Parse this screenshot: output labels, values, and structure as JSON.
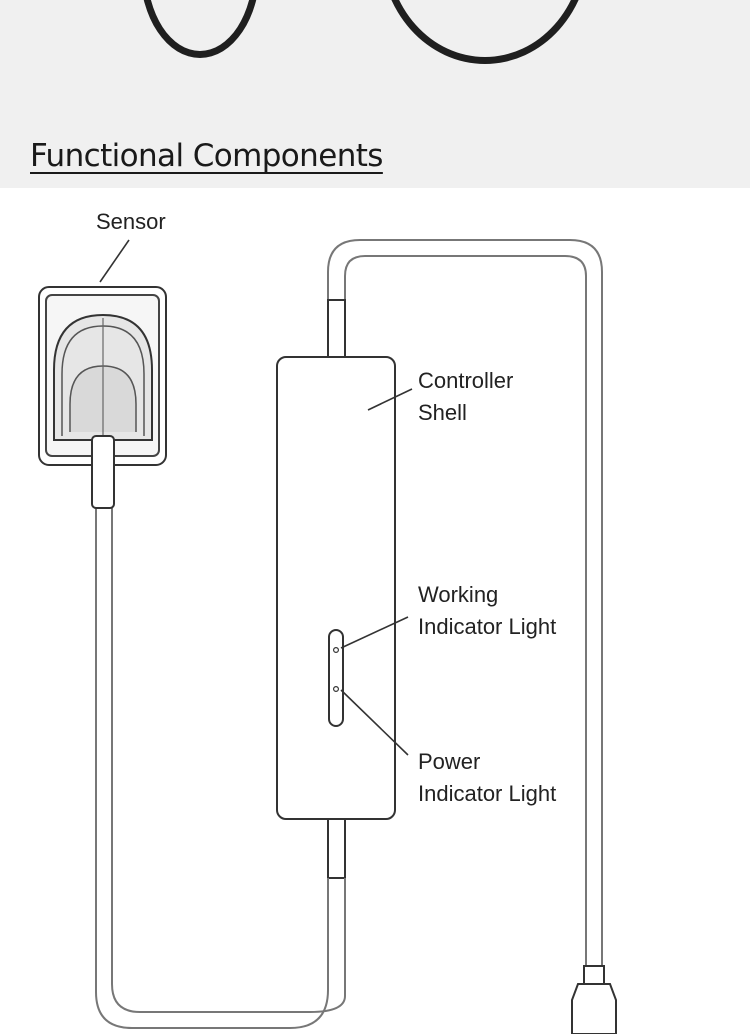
{
  "header": {
    "title": "Functional Components"
  },
  "diagram": {
    "labels": {
      "sensor": "Sensor",
      "controller_line1": "Controller",
      "controller_line2": "Shell",
      "working_line1": "Working",
      "working_line2": "Indicator Light",
      "power_line1": "Power",
      "power_line2": "Indicator Light"
    }
  }
}
